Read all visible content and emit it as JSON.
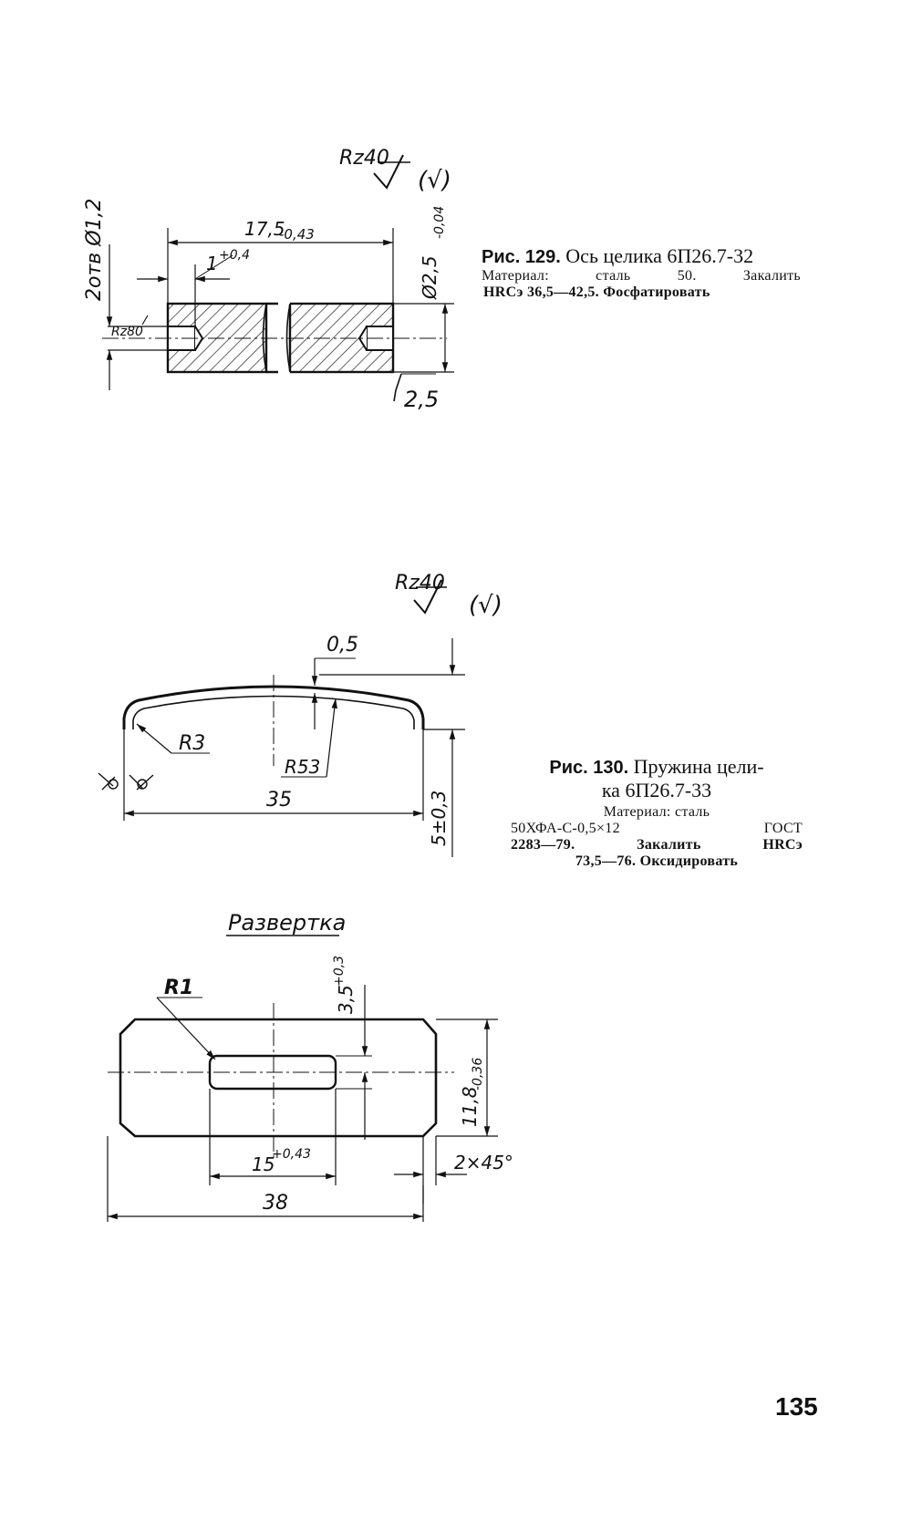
{
  "fig129": {
    "caption_num": "Рис. 129.",
    "caption_title": "Ось целика 6П26.7-32",
    "material_line1": "Материал: сталь 50. Закалить",
    "material_line2": "HRCэ 36,5—42,5. Фосфатировать",
    "roughness_general": "Rz40",
    "roughness_mark": "(√)",
    "dim_length": "17,5",
    "dim_length_tol": "-0,43",
    "dim_hole_depth": "1",
    "dim_hole_depth_tol": "+0,4",
    "dim_holes": "2отв Ø1,2",
    "dim_diameter": "Ø2,5",
    "dim_diameter_tol": "-0,04",
    "roughness_hole": "Rz80",
    "roughness_end": "2,5"
  },
  "fig130": {
    "caption_num": "Рис. 130.",
    "caption_title_line1": "Пружина цели-",
    "caption_title_line2": "ка 6П26.7-33",
    "material_line1": "Материал: сталь",
    "material_line2": "50ХФА-С-0,5×12 ГОСТ",
    "material_line3": "2283—79. Закалить HRCэ",
    "material_line4": "73,5—76. Оксидировать",
    "roughness_general": "Rz40",
    "roughness_mark": "(√)",
    "dim_thickness": "0,5",
    "dim_r3": "R3",
    "dim_r53": "R53",
    "dim_length": "35",
    "dim_height": "5±0,3"
  },
  "development": {
    "title": "Развертка",
    "dim_r1": "R1",
    "dim_slot_offset": "3,5",
    "dim_slot_offset_tol": "+0,3",
    "dim_width": "11,8",
    "dim_width_tol": "-0,36",
    "dim_slot_length": "15",
    "dim_slot_length_tol": "+0,43",
    "dim_chamfer": "2×45°",
    "dim_length": "38"
  },
  "page_number": "135"
}
